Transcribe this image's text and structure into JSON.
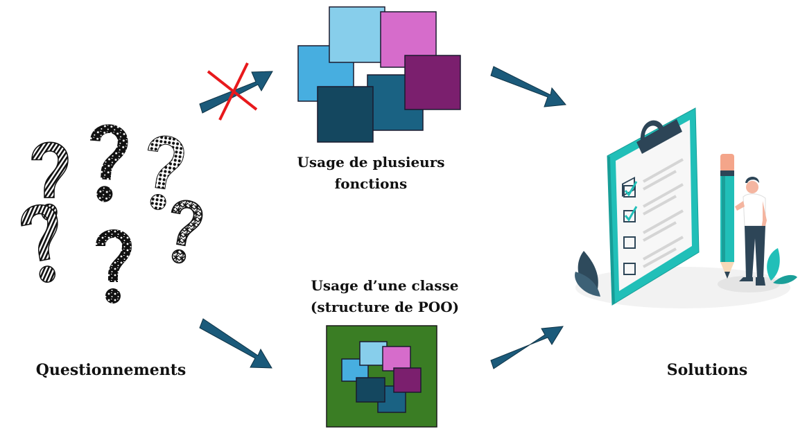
{
  "labels": {
    "questions": "Questionnements",
    "functions_line1": "Usage de plusieurs",
    "functions_line2": "fonctions",
    "class_line1": "Usage d’une classe",
    "class_line2": "(structure de POO)",
    "solutions": "Solutions"
  },
  "colors": {
    "arrow": "#1b5a7a",
    "cross": "#e8191c",
    "light_blue": "#87ceeb",
    "medium_blue": "#47aee0",
    "orchid": "#d66ccb",
    "purple": "#7b1f6e",
    "dark_teal": "#14475f",
    "teal": "#1a6283",
    "green_panel": "#3a7d24",
    "clipboard_teal": "#21bfb8"
  },
  "icons": [
    "question-marks-cluster",
    "clipboard-checklist-illustration",
    "red-cross-icon"
  ]
}
